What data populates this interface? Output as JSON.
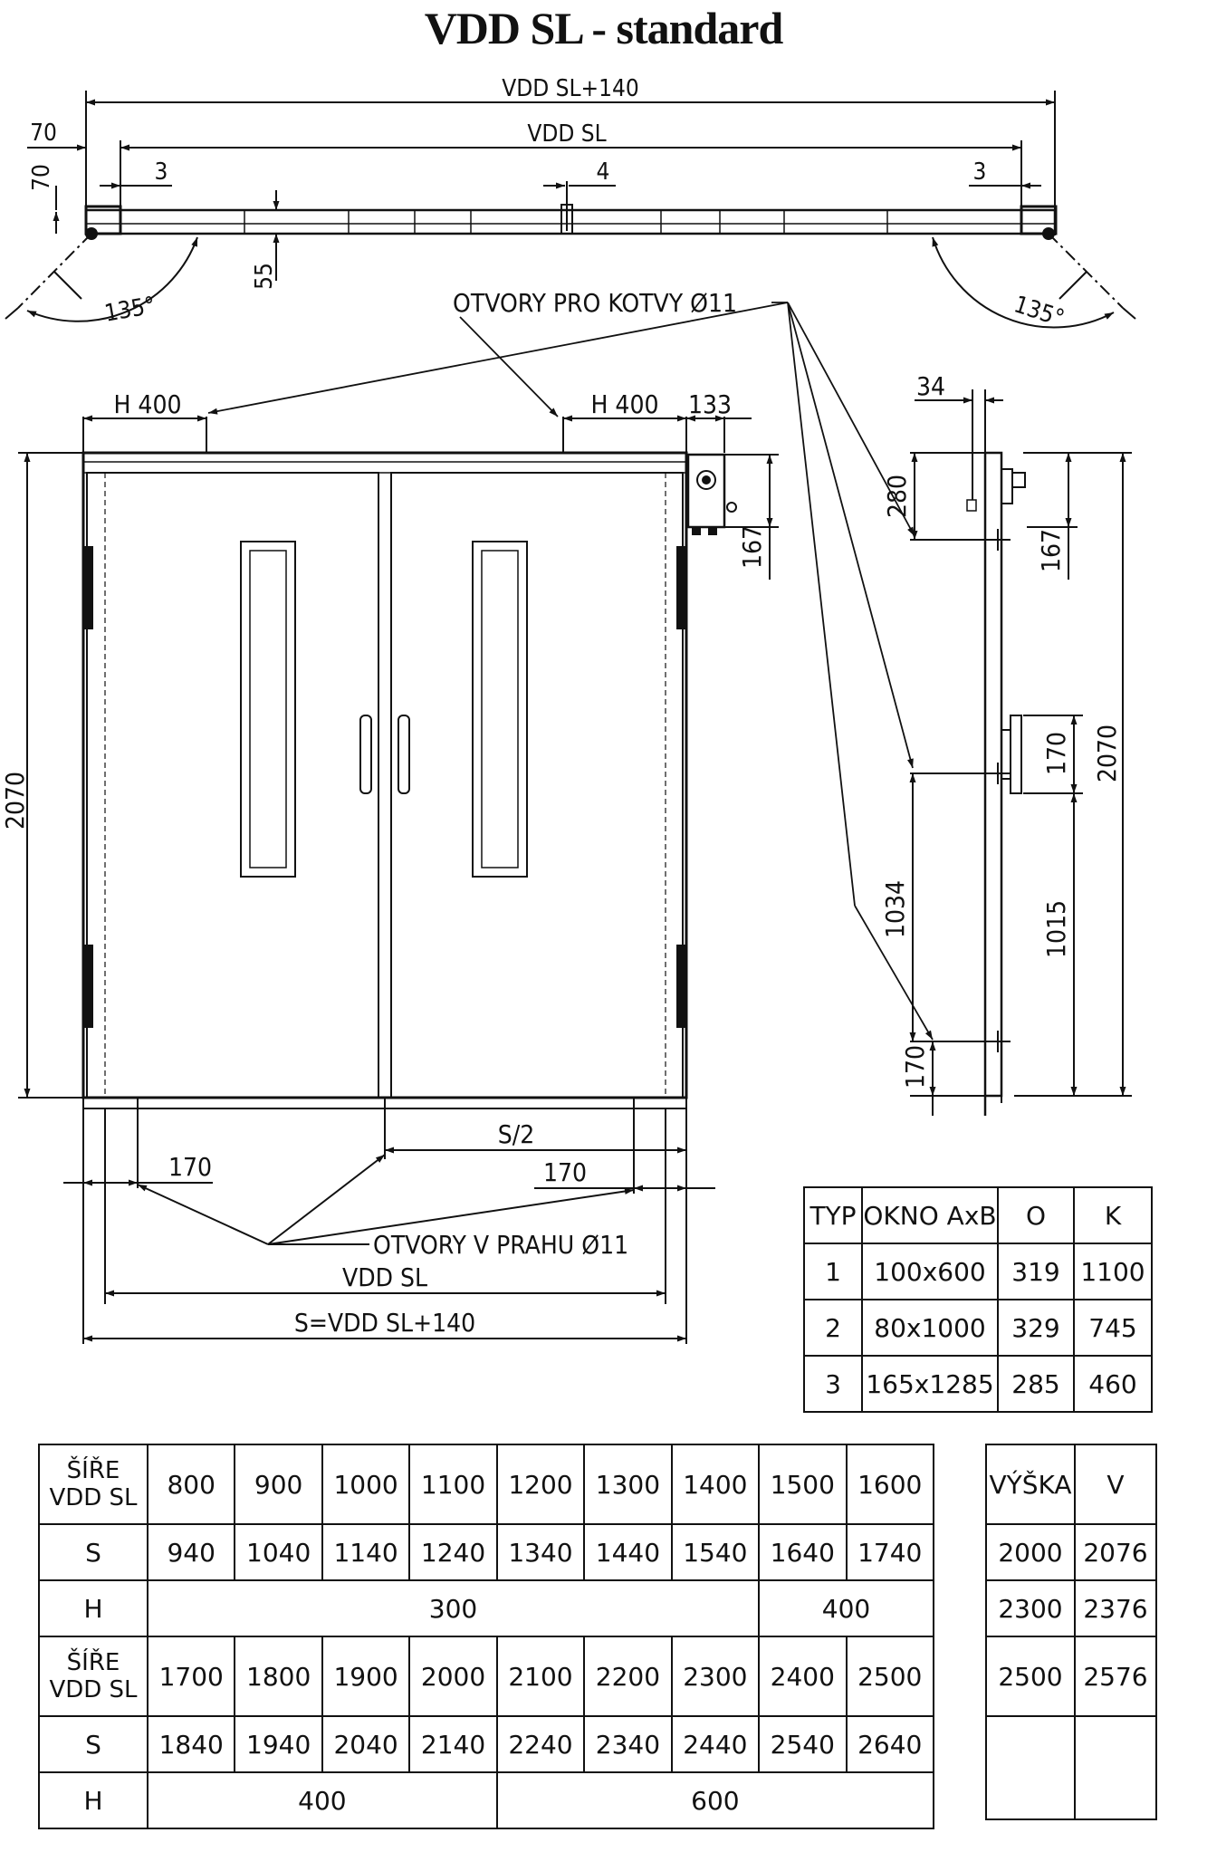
{
  "title": "VDD SL - standard",
  "labels": {
    "overall_width": "VDD SL+140",
    "inner_width": "VDD SL",
    "corner_70_h": "70",
    "corner_70_v": "70",
    "gap_left": "3",
    "gap_right": "3",
    "center_gap": "4",
    "depth_55": "55",
    "angle_left": "135°",
    "angle_right": "135°",
    "anchor_holes": "OTVORY PRO KOTVY Ø11",
    "h400_left": "H 400",
    "h400_right": "H 400",
    "dim_133": "133",
    "dim_34": "34",
    "dim_280": "280",
    "dim_167_front": "167",
    "dim_167_side": "167",
    "dim_170_side_top": "170",
    "dim_2070_front": "2070",
    "dim_2070_side": "2070",
    "dim_1034": "1034",
    "dim_1015": "1015",
    "dim_170_side_bottom": "170",
    "half_width": "S/2",
    "dim_170_left": "170",
    "dim_170_right": "170",
    "threshold_holes": "OTVORY V PRAHU Ø11",
    "bottom_inner": "VDD SL",
    "bottom_overall": "S=VDD SL+140"
  },
  "typ_table": {
    "headers": [
      "TYP",
      "OKNO AxB",
      "O",
      "K"
    ],
    "rows": [
      [
        "1",
        "100x600",
        "319",
        "1100"
      ],
      [
        "2",
        "80x1000",
        "329",
        "745"
      ],
      [
        "3",
        "165x1285",
        "285",
        "460"
      ]
    ]
  },
  "size_table": {
    "width_header": "ŠÍŘE VDD SL",
    "s_label": "S",
    "h_label": "H",
    "block1": {
      "widths": [
        "800",
        "900",
        "1000",
        "1100",
        "1200",
        "1300",
        "1400",
        "1500",
        "1600"
      ],
      "s": [
        "940",
        "1040",
        "1140",
        "1240",
        "1340",
        "1440",
        "1540",
        "1640",
        "1740"
      ],
      "h": [
        "300",
        "400"
      ]
    },
    "block2": {
      "widths": [
        "1700",
        "1800",
        "1900",
        "2000",
        "2100",
        "2200",
        "2300",
        "2400",
        "2500"
      ],
      "s": [
        "1840",
        "1940",
        "2040",
        "2140",
        "2240",
        "2340",
        "2440",
        "2540",
        "2640"
      ],
      "h": [
        "400",
        "600"
      ]
    }
  },
  "height_table": {
    "headers": [
      "VÝŠKA",
      "V"
    ],
    "rows": [
      [
        "2000",
        "2076"
      ],
      [
        "2300",
        "2376"
      ],
      [
        "2500",
        "2576"
      ]
    ]
  }
}
